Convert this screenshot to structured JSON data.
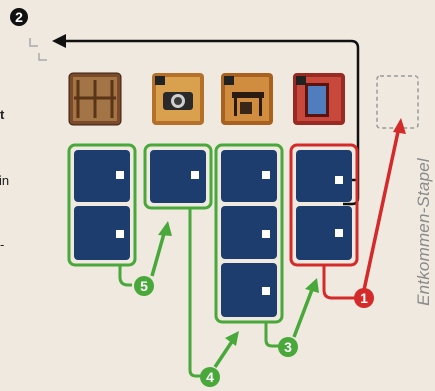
{
  "side_fragments": [
    "t",
    "in",
    "-"
  ],
  "stack_label": "Entkommen-Stapel",
  "step_numbers": [
    "1",
    "2",
    "3",
    "4",
    "5"
  ],
  "colors": {
    "background": "#efe9e0",
    "card": "#1c3d6e",
    "green": "#49a83a",
    "red": "#d42a2a",
    "arrow_black": "#111111",
    "dashed": "#9a9a9a"
  },
  "icons": [
    "wood-door-icon",
    "camera-icon",
    "furniture-icon",
    "red-door-icon"
  ]
}
